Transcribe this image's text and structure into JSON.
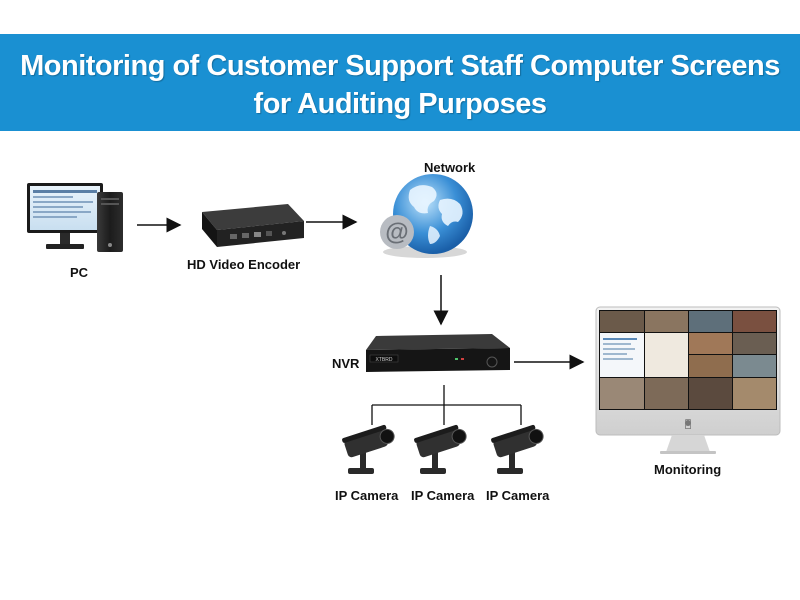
{
  "title": {
    "line1": "Monitoring of Customer Support Staff Computer Screens",
    "line2": "for Auditing Purposes"
  },
  "nodes": {
    "pc": "PC",
    "encoder": "HD Video Encoder",
    "network": "Network",
    "nvr": "NVR",
    "camera_1": "IP Camera",
    "camera_2": "IP Camera",
    "camera_3": "IP Camera",
    "monitoring": "Monitoring"
  },
  "colors": {
    "banner": "#1a90d2",
    "title_text": "#ffffff",
    "label_text": "#111111",
    "arrow": "#111111"
  },
  "icons": {
    "pc": "desktop-pc-icon",
    "encoder": "video-encoder-icon",
    "network": "globe-at-icon",
    "nvr": "nvr-recorder-icon",
    "camera": "bullet-camera-icon",
    "monitoring": "monitor-icon"
  }
}
